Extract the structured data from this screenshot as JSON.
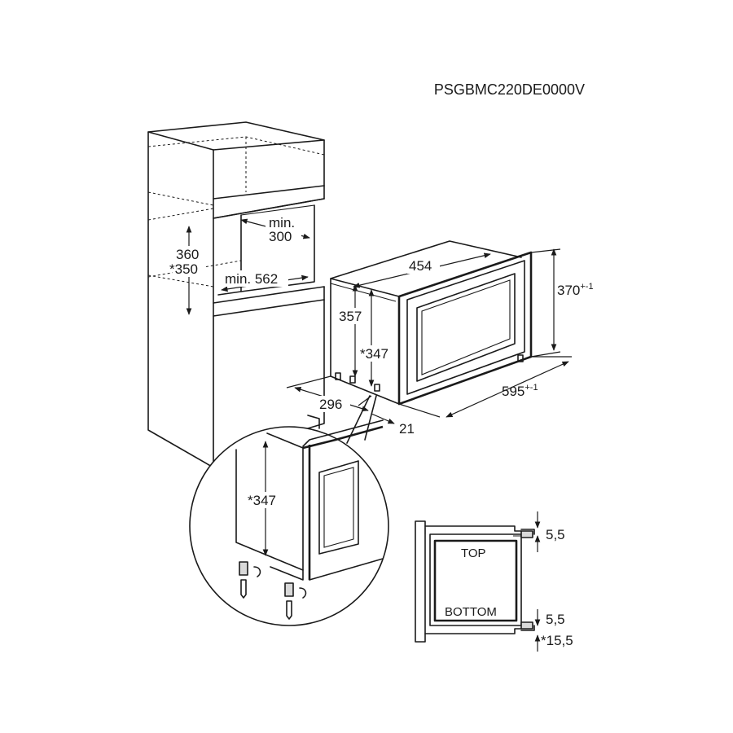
{
  "model_code": "PSGBMC220DE0000V",
  "cabinet": {
    "min_depth_top": "min.",
    "min_depth_value": "300",
    "height": "360",
    "height_alt": "*350",
    "min_width": "min. 562"
  },
  "appliance": {
    "width_inner": "454",
    "height_front": "370",
    "height_front_tol": "+-1",
    "height_body": "357",
    "height_body_alt": "*347",
    "depth": "296",
    "width_front": "595",
    "width_front_tol": "+-1",
    "front_offset": "21"
  },
  "detail_circle": {
    "height": "*347"
  },
  "side_detail": {
    "top_gap": "5,5",
    "top_label": "TOP",
    "bottom_label": "BOTTOM",
    "bottom_gap": "5,5",
    "bottom_gap_alt": "*15,5"
  }
}
